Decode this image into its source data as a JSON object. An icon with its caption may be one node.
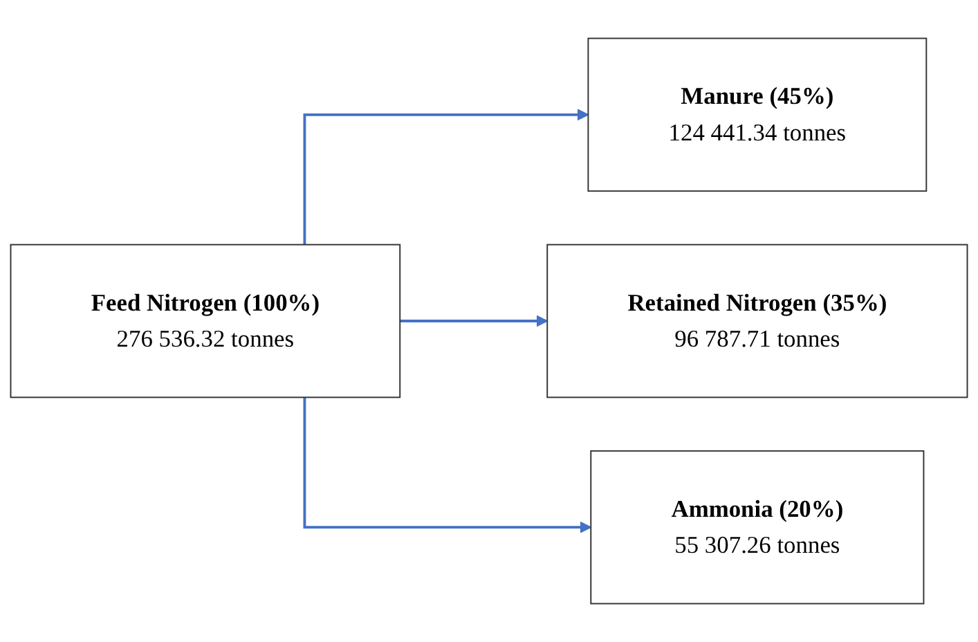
{
  "diagram": {
    "nodes": [
      {
        "text": [
          "Feed Nitrogen (100%)",
          "276 536.32 tonnes"
        ]
      },
      {
        "text": [
          "Manure (45%)",
          "124 441.34 tonnes"
        ]
      },
      {
        "text": [
          "Retained Nitrogen (35%)",
          "96 787.71 tonnes"
        ]
      },
      {
        "text": [
          "Ammonia (20%)",
          "55 307.26 tonnes"
        ]
      }
    ],
    "edges": [
      {
        "from": 0,
        "to": 1,
        "arrow": "to"
      },
      {
        "from": 0,
        "to": 2,
        "arrow": "to"
      },
      {
        "from": 0,
        "to": 3,
        "arrow": "to"
      }
    ]
  }
}
